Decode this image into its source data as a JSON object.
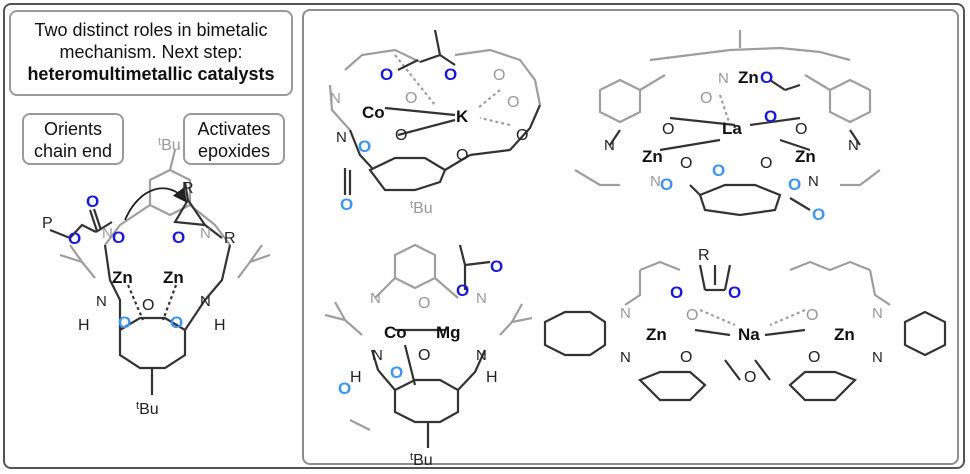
{
  "caption": {
    "line1": "Two distinct roles in bimetalic",
    "line2": "mechanism. Next step:",
    "line3": "heteromultimetallic catalysts"
  },
  "roles": {
    "left": [
      "Orients",
      "chain end"
    ],
    "right": [
      "Activates",
      "epoxides"
    ]
  },
  "atoms": {
    "Zn": "Zn",
    "Co": "Co",
    "K": "K",
    "La": "La",
    "Mg": "Mg",
    "Na": "Na",
    "O": "O",
    "N": "N",
    "H": "H",
    "P": "P",
    "R": "R",
    "tBu_sup": "t",
    "tBu": "Bu"
  },
  "colors": {
    "dark_bond": "#333333",
    "grey_bond": "#9e9e9e",
    "oxygen_dark_blue": "#1a1ad6",
    "oxygen_light_blue": "#3c96f0",
    "frame": "#555555"
  }
}
